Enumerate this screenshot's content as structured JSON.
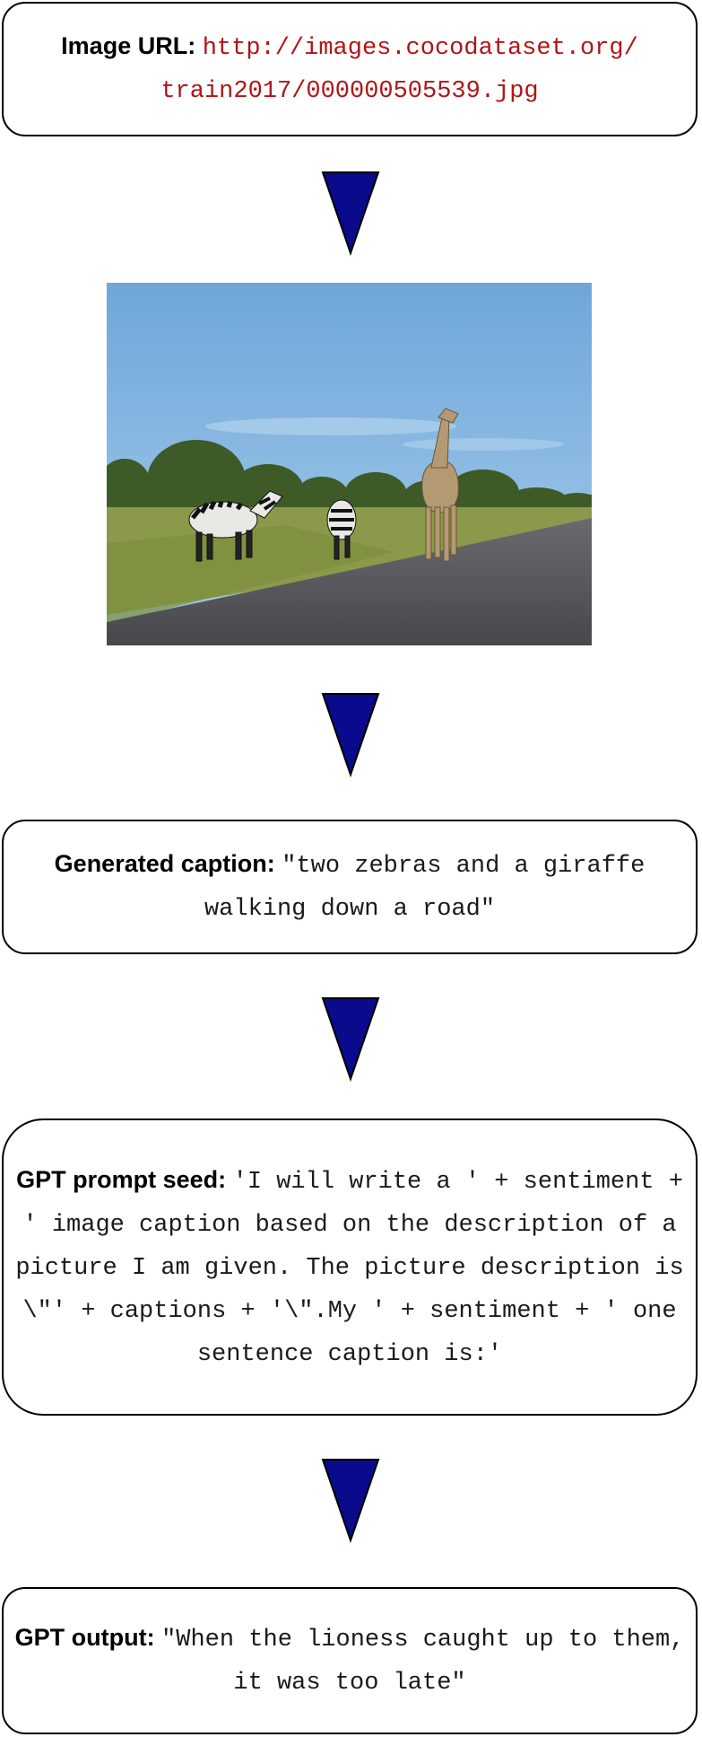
{
  "url_box": {
    "label": "Image URL:",
    "value": "http://images.cocodataset.org/ train2017/000000505539.jpg"
  },
  "caption_box": {
    "label": "Generated caption:",
    "value": "\"two zebras and a giraffe walking down a road\""
  },
  "seed_box": {
    "label": "GPT prompt seed:",
    "value": "'I will write a ' + sentiment + ' image caption based on the description of a picture I am given. The picture description is \\\"' + captions + '\\\".My ' + sentiment + ' one sentence caption is:'"
  },
  "output_box": {
    "label": "GPT output:",
    "value": "\"When the lioness caught up to them, it was too late\""
  },
  "colors": {
    "arrow_fill": "#0a0a8c",
    "url_text": "#b01515",
    "sky": "#7fb2e0",
    "road": "#5a5a5e",
    "grass": "#8a9a4a"
  }
}
